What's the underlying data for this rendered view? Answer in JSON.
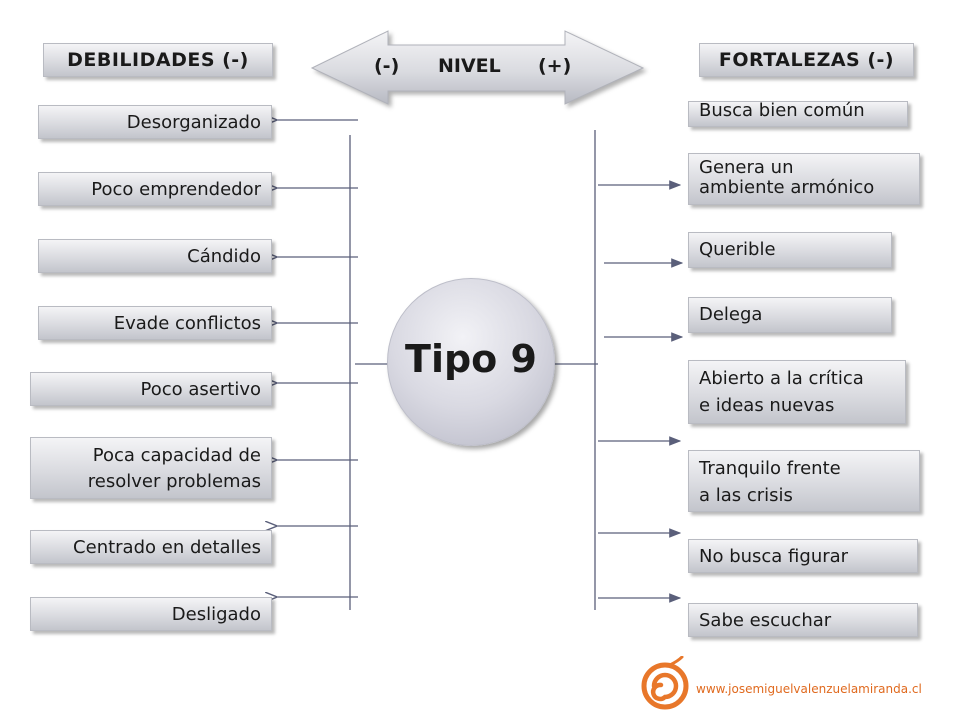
{
  "header": {
    "left_title": "DEBILIDADES (-)",
    "right_title": "FORTALEZAS (-)",
    "level_minus": "(-)",
    "level_label": "NIVEL",
    "level_plus": "(+)"
  },
  "center": {
    "label": "Tipo 9"
  },
  "weaknesses": [
    [
      "Desorganizado"
    ],
    [
      "Poco emprendedor"
    ],
    [
      "Cándido"
    ],
    [
      "Evade conflictos"
    ],
    [
      "Poco asertivo"
    ],
    [
      "Poca capacidad de",
      "resolver problemas"
    ],
    [
      "Centrado en detalles"
    ],
    [
      "Desligado"
    ]
  ],
  "strengths": [
    [
      "Busca bien común"
    ],
    [
      "Genera un",
      "ambiente armónico"
    ],
    [
      "Querible"
    ],
    [
      "Delega"
    ],
    [
      "Abierto a la crítica",
      "e ideas nuevas"
    ],
    [
      "Tranquilo frente",
      "a las crisis"
    ],
    [
      "No busca figurar"
    ],
    [
      "Sabe escuchar"
    ]
  ],
  "footer": {
    "url": "www.josemiguelvalenzuelamiranda.cl"
  },
  "colors": {
    "accent": "#e06a1f",
    "line": "#5a5f7a"
  }
}
